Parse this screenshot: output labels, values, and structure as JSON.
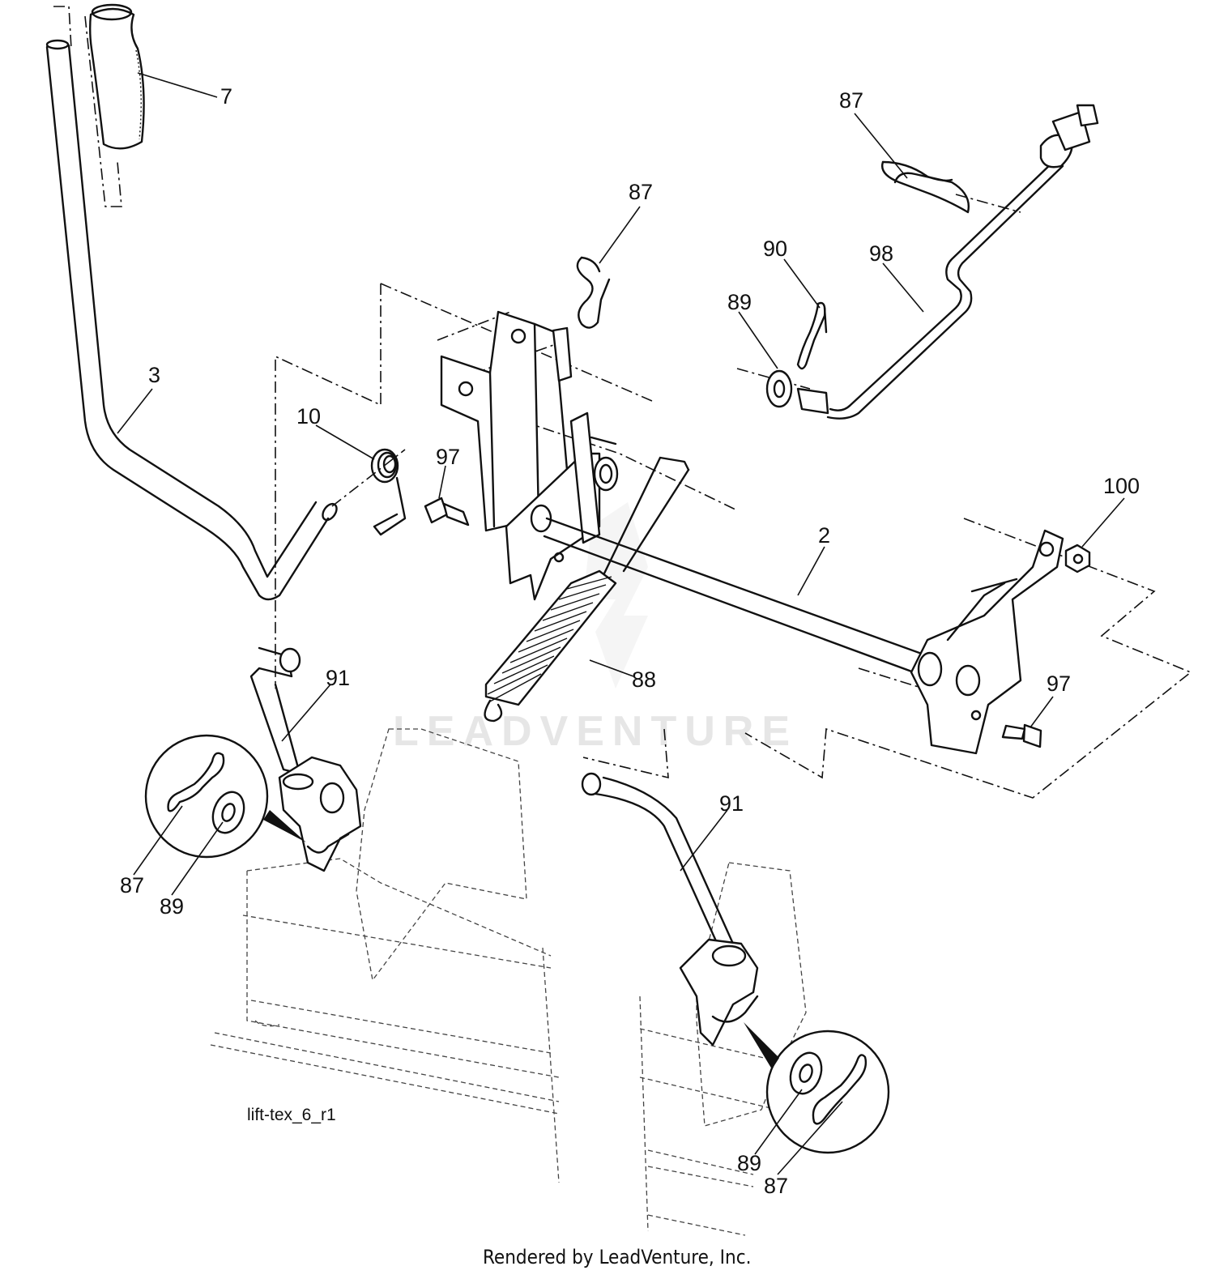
{
  "diagram": {
    "drawing_id": "lift-tex_6_r1",
    "watermark_text": "LEADVENTURE",
    "footer_credit": "Rendered by LeadVenture, Inc.",
    "callouts": [
      {
        "label": "7"
      },
      {
        "label": "87"
      },
      {
        "label": "87"
      },
      {
        "label": "90"
      },
      {
        "label": "98"
      },
      {
        "label": "89"
      },
      {
        "label": "3"
      },
      {
        "label": "10"
      },
      {
        "label": "97"
      },
      {
        "label": "100"
      },
      {
        "label": "2"
      },
      {
        "label": "91"
      },
      {
        "label": "88"
      },
      {
        "label": "97"
      },
      {
        "label": "91"
      },
      {
        "label": "87"
      },
      {
        "label": "89"
      },
      {
        "label": "89"
      },
      {
        "label": "87"
      }
    ]
  }
}
